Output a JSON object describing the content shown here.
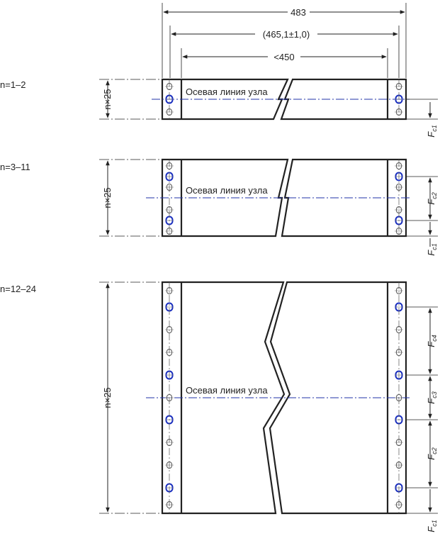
{
  "top_dimensions": {
    "overall": "483",
    "mounting": "(465,1±1,0)",
    "inner": "<450"
  },
  "section_labels": {
    "small": "n=1–2",
    "medium": "n=3–11",
    "large": "n=12–24"
  },
  "height_labels": {
    "small": "n×25",
    "medium": "n×25",
    "large": "n×25"
  },
  "centerline_label": "Осевая линия узла",
  "fc_labels": {
    "fc1": "Fc1",
    "fc2": "Fc2",
    "fc3": "Fc3",
    "fc4": "Fc4"
  },
  "colors": {
    "line": "#222222",
    "centerline": "#2233aa",
    "hole_highlight": "#1a2fbf",
    "hole_plain": "#555555"
  }
}
